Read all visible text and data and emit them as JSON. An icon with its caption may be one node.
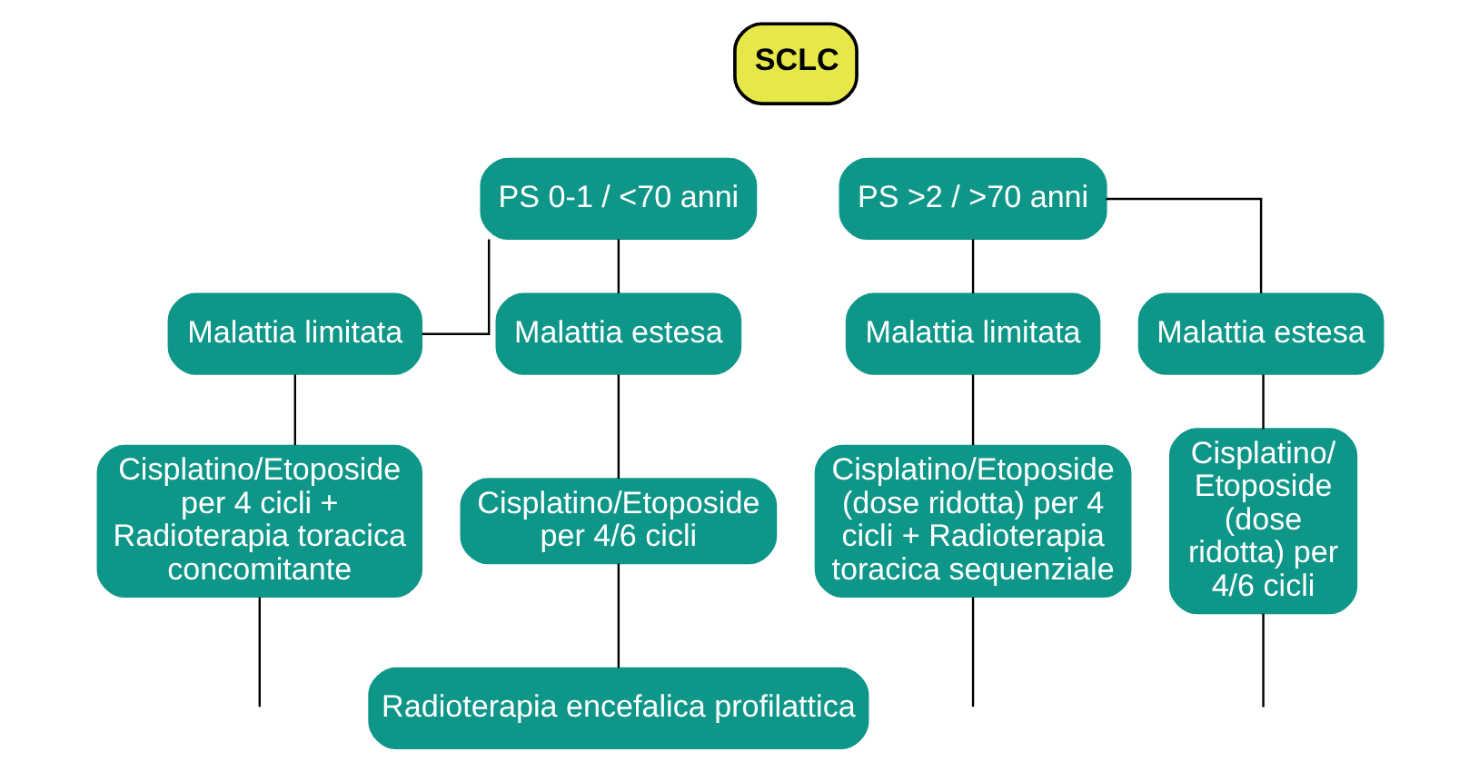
{
  "diagram": {
    "nodes": [
      {
        "text": [
          "SCLC"
        ]
      },
      {
        "text": [
          "PS 0-1 / <70 anni"
        ]
      },
      {
        "text": [
          "PS >2 / >70 anni"
        ]
      },
      {
        "text": [
          "Malattia limitata"
        ]
      },
      {
        "text": [
          "Malattia estesa"
        ]
      },
      {
        "text": [
          "Malattia limitata"
        ]
      },
      {
        "text": [
          "Malattia estesa"
        ]
      },
      {
        "text": [
          "Cisplatino/Etoposide per 4 cicli + Radioterapia toracica concomitante"
        ]
      },
      {
        "text": [
          "Cisplatino/Etoposide per 4/6 cicli"
        ]
      },
      {
        "text": [
          "Cisplatino/Etoposide (dose ridotta) per 4 cicli + Radioterapia toracica sequenziale"
        ]
      },
      {
        "text": [
          "Cisplatino/ Etoposide (dose ridotta) per 4/6 cicli"
        ]
      },
      {
        "text": [
          "Radioterapia encefalica profilattica"
        ]
      }
    ],
    "edges": [
      {
        "from": 1,
        "to": 3,
        "arrow": "none"
      },
      {
        "from": 1,
        "to": 4,
        "arrow": "none"
      },
      {
        "from": 2,
        "to": 5,
        "arrow": "none"
      },
      {
        "from": 2,
        "to": 6,
        "arrow": "none"
      },
      {
        "from": 3,
        "to": 7,
        "arrow": "none"
      },
      {
        "from": 4,
        "to": 8,
        "arrow": "none"
      },
      {
        "from": 5,
        "to": 9,
        "arrow": "none"
      },
      {
        "from": 6,
        "to": 10,
        "arrow": "none"
      },
      {
        "from": 7,
        "to": null,
        "arrow": "none"
      },
      {
        "from": 8,
        "to": 11,
        "arrow": "none"
      },
      {
        "from": 9,
        "to": null,
        "arrow": "none"
      },
      {
        "from": 10,
        "to": null,
        "arrow": "none"
      }
    ]
  }
}
